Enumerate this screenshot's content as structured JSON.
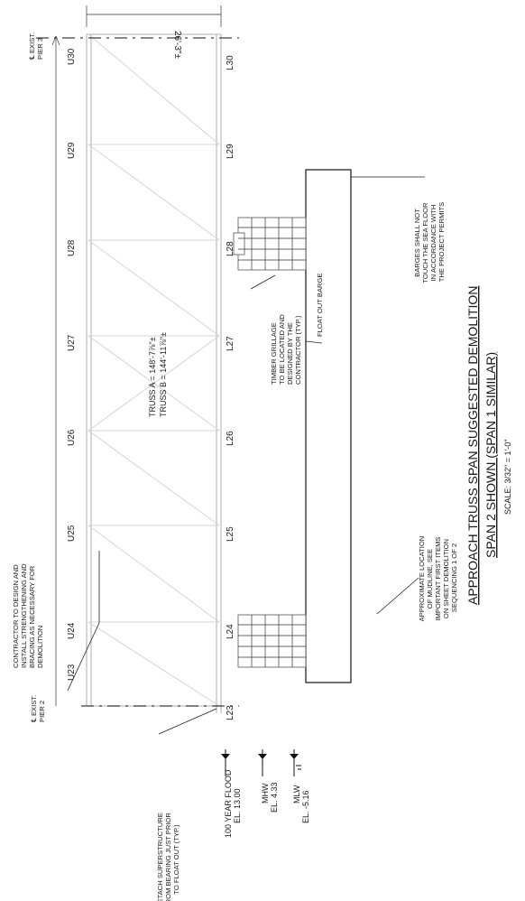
{
  "piers": {
    "exist_pier_2": [
      "℄ EXIST.",
      "PIER 2"
    ],
    "exist_pier_3": [
      "℄ EXIST.",
      "PIER 3"
    ]
  },
  "truss_dims": {
    "truss_a": "TRUSS A = 148'-7⅞\"±",
    "truss_b": "TRUSS B = 144'-11⅞\"±",
    "width": "26'-3\"±"
  },
  "nodes": {
    "upper": [
      "U23",
      "U24",
      "U25",
      "U26",
      "U27",
      "U28",
      "U29",
      "U30"
    ],
    "lower": [
      "L23",
      "L24",
      "L25",
      "L26",
      "L27",
      "L28",
      "L29",
      "L30"
    ]
  },
  "notes": {
    "bracing": [
      "CONTRACTOR TO DESIGN AND",
      "INSTALL STRENGTHENING AND",
      "BRACING AS NECESSARY FOR",
      "DEMOLITION"
    ],
    "grillage": [
      "TIMBER GRILLAGE",
      "TO BE LOCATED AND",
      "DESIGNED BY THE",
      "CONTRACTOR (TYP.)"
    ],
    "barge": "FLOAT OUT BARGE",
    "barges_touch": [
      "BARGES SHALL NOT",
      "TOUCH THE SEA FLOOR",
      "IN ACCORDANCE WITH",
      "THE PROJECT PERMITS"
    ],
    "mudline": [
      "APPROXIMATE LOCATION",
      "OF MUDLINE, SEE",
      "IMPORTANT FIRST ITEMS",
      "ON SHEET DEMOLITION",
      "SEQUENCING 1 OF 2"
    ],
    "detach": [
      "DETACH SUPERSTRUCTURE",
      "FROM BEARING JUST PRIOR",
      "TO FLOAT OUT (TYP.)"
    ]
  },
  "elevations": [
    {
      "name": "100 YEAR FLOOD",
      "value": "EL. 13.00"
    },
    {
      "name": "MHW",
      "value": "EL. 4.33"
    },
    {
      "name": "MLW",
      "value": "EL. -5.16"
    }
  ],
  "title": {
    "line1": "APPROACH TRUSS SPAN SUGGESTED DEMOLITION",
    "line2": "SPAN 2 SHOWN (SPAN 1 SIMILAR)",
    "scale": "SCALE: 3/32\" = 1'-0\""
  }
}
